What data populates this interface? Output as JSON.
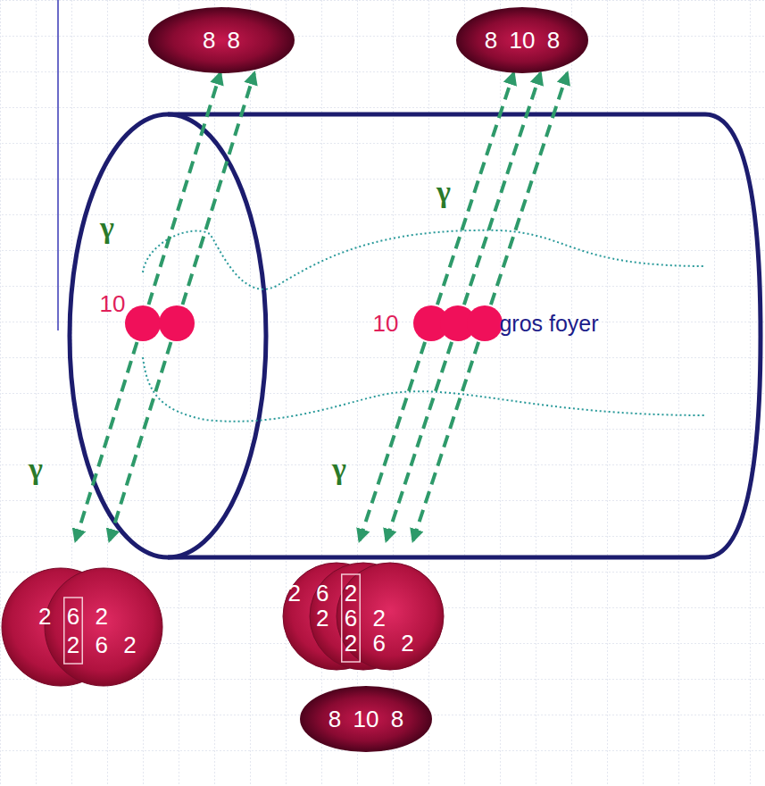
{
  "diagram": {
    "nodes": [
      {
        "text": [
          "8 8"
        ]
      },
      {
        "text": [
          "8 10 8"
        ]
      },
      {
        "text": [
          "2 6 2",
          "2 6 2"
        ]
      },
      {
        "text": [
          "2 6 2",
          "2 6 2",
          "2 6 2"
        ]
      },
      {
        "text": [
          "8 10 8"
        ]
      }
    ],
    "labels": [
      "γ",
      "γ",
      "10",
      "10",
      "gros foyer",
      "γ",
      "γ"
    ]
  }
}
